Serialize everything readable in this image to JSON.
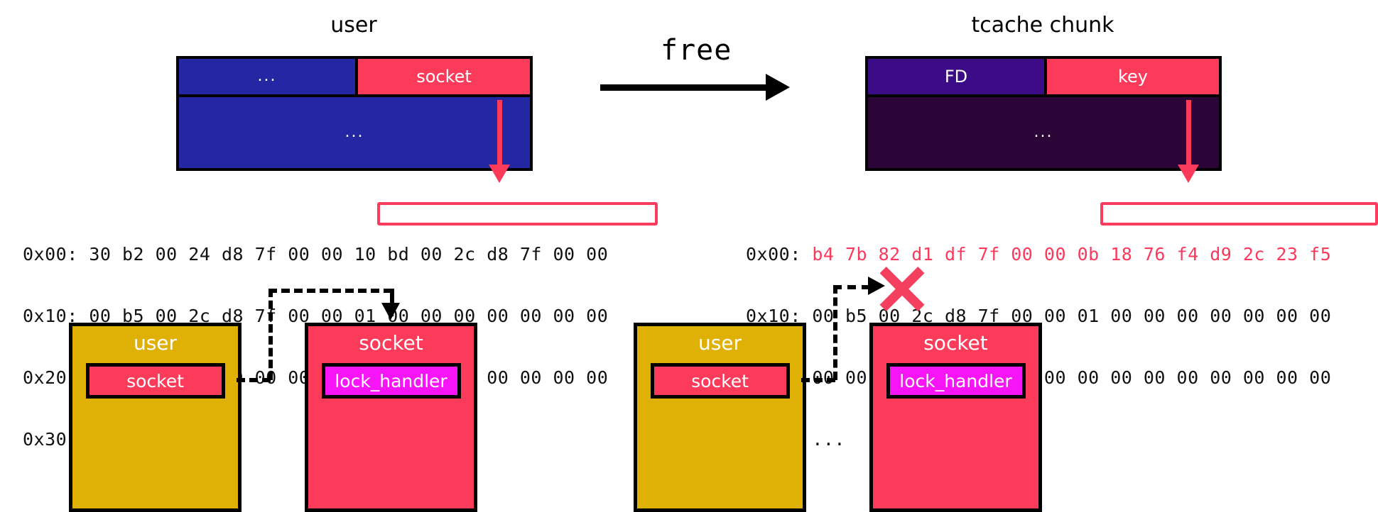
{
  "left": {
    "title": "user",
    "chunk": {
      "row_top": [
        {
          "label": "...",
          "color": "#2327a3",
          "text_color": "#ffffff"
        },
        {
          "label": "socket",
          "color": "#fc3a5a",
          "text_color": "#ffffff"
        }
      ],
      "row_bottom": [
        {
          "label": "...",
          "color": "#2327a3",
          "text_color": "#ffffff"
        }
      ]
    },
    "hexdump": {
      "lines": [
        {
          "offset": "0x00:",
          "plain_before": "30 b2 00 24 d8 7f 00 00",
          "highlighted": "10 bd 00 2c d8 7f 00 00",
          "highlight_color": "#111111"
        },
        {
          "offset": "0x10:",
          "plain_before": "00 b5 00 2c d8 7f 00 00",
          "highlighted": "01 00 00 00 00 00 00 00",
          "highlight_color": "#111111"
        },
        {
          "offset": "0x20:",
          "plain_before": "00 00 00 00 00 00 00 00",
          "highlighted": "00 00 00 00 00 00 00 00",
          "highlight_color": "#111111"
        },
        {
          "offset": "0x30:",
          "plain_before": "...",
          "highlighted": "",
          "highlight_color": "#111111"
        }
      ]
    },
    "objects": {
      "owner": {
        "title": "user",
        "field": "socket"
      },
      "target": {
        "title": "socket",
        "field": "lock_handler"
      }
    }
  },
  "right": {
    "title": "tcache chunk",
    "chunk": {
      "row_top": [
        {
          "label": "FD",
          "color": "#3c0b86",
          "text_color": "#ffffff"
        },
        {
          "label": "key",
          "color": "#fc3a5a",
          "text_color": "#ffffff"
        }
      ],
      "row_bottom": [
        {
          "label": "...",
          "color": "#2c0538",
          "text_color": "#ffffff"
        }
      ]
    },
    "hexdump": {
      "lines": [
        {
          "offset": "0x00:",
          "plain_before": "b4 7b 82 d1 df 7f 00 00",
          "highlighted": "0b 18 76 f4 d9 2c 23 f5",
          "highlight_color": "#f93a5c"
        },
        {
          "offset": "0x10:",
          "plain_before": "00 b5 00 2c d8 7f 00 00",
          "highlighted": "01 00 00 00 00 00 00 00",
          "highlight_color": "#111111"
        },
        {
          "offset": "0x20:",
          "plain_before": "00 00 00 00 00 00 00 00",
          "highlighted": "00 00 00 00 00 00 00 00",
          "highlight_color": "#111111"
        },
        {
          "offset": "0x30:",
          "plain_before": "...",
          "highlighted": "",
          "highlight_color": "#111111"
        }
      ]
    },
    "objects": {
      "owner": {
        "title": "user",
        "field": "socket"
      },
      "target": {
        "title": "socket",
        "field": "lock_handler"
      }
    }
  },
  "transition": {
    "label": "free"
  },
  "colors": {
    "user_blue": "#2327a3",
    "socket_red": "#fc3a5a",
    "fd_purple": "#3c0b86",
    "chunk_dark": "#2c0538",
    "user_yellow": "#dfb005",
    "lock_magenta": "#f714f7",
    "highlight_border": "#fa3d5f",
    "x_red": "#f4405f",
    "outline": "#000000"
  }
}
